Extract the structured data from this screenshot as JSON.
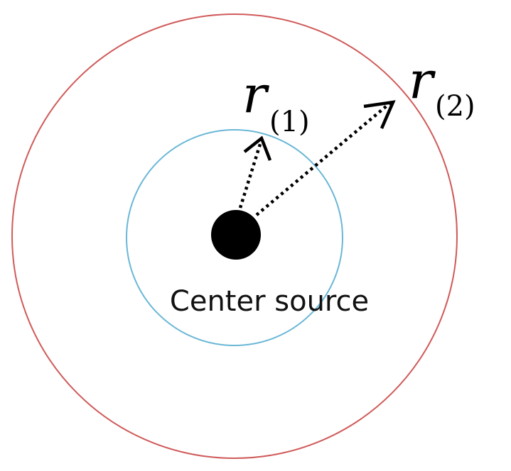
{
  "diagram": {
    "center_label": "Center source",
    "inner_radius_label": {
      "symbol": "r",
      "subscript": "(1)"
    },
    "outer_radius_label": {
      "symbol": "r",
      "subscript": "(2)"
    },
    "colors": {
      "outer_circle": "#d05a5a",
      "inner_circle": "#6ab7d6",
      "source": "#000000",
      "arrows": "#000000"
    }
  }
}
